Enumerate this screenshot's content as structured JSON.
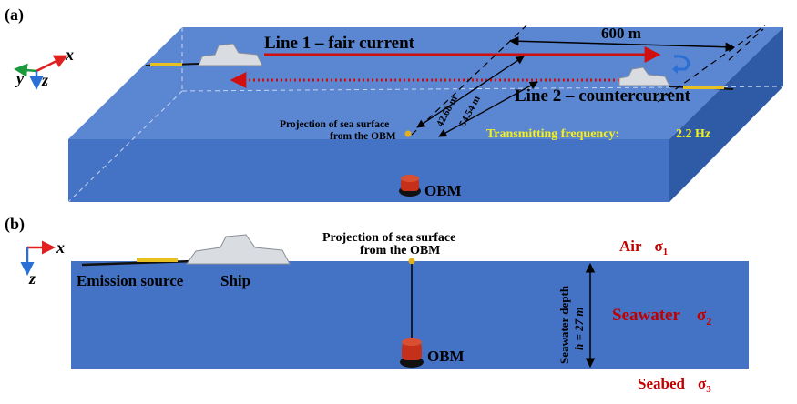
{
  "panel_a": {
    "label": "(a)",
    "axes": {
      "x": "x",
      "y": "y",
      "z": "z"
    },
    "line1": "Line 1 – fair current",
    "line2": "Line 2 – countercurrent",
    "distance_600": "600 m",
    "distance_42": "42.68 m",
    "distance_54": "54.54 m",
    "projection": [
      "Projection of sea surface",
      "from the OBM"
    ],
    "frequency_label": "Transmitting frequency:",
    "frequency_value": "2.2 Hz",
    "obm": "OBM"
  },
  "panel_b": {
    "label": "(b)",
    "axes": {
      "x": "x",
      "z": "z"
    },
    "projection": [
      "Projection of sea surface",
      "from the OBM"
    ],
    "emission_source": "Emission source",
    "ship": "Ship",
    "depth_label": "Seawater depth",
    "depth_value": "h = 27 m",
    "obm": "OBM",
    "air": "Air",
    "seawater": "Seawater",
    "seabed": "Seabed",
    "sigma1": "σ",
    "sigma1_sub": "1",
    "sigma2": "σ",
    "sigma2_sub": "2",
    "sigma3": "σ",
    "sigma3_sub": "3"
  },
  "colors": {
    "sea_top": "#4f7fcf",
    "sea_front": "#3f6fc4",
    "sea_side": "#2f5aa6",
    "red_line": "#d01010",
    "axis_red": "#e02020",
    "axis_blue": "#2a6fd6",
    "axis_green": "#1a9a3a",
    "frequency_text": "#f4f020",
    "sigma_text": "#c00000"
  }
}
